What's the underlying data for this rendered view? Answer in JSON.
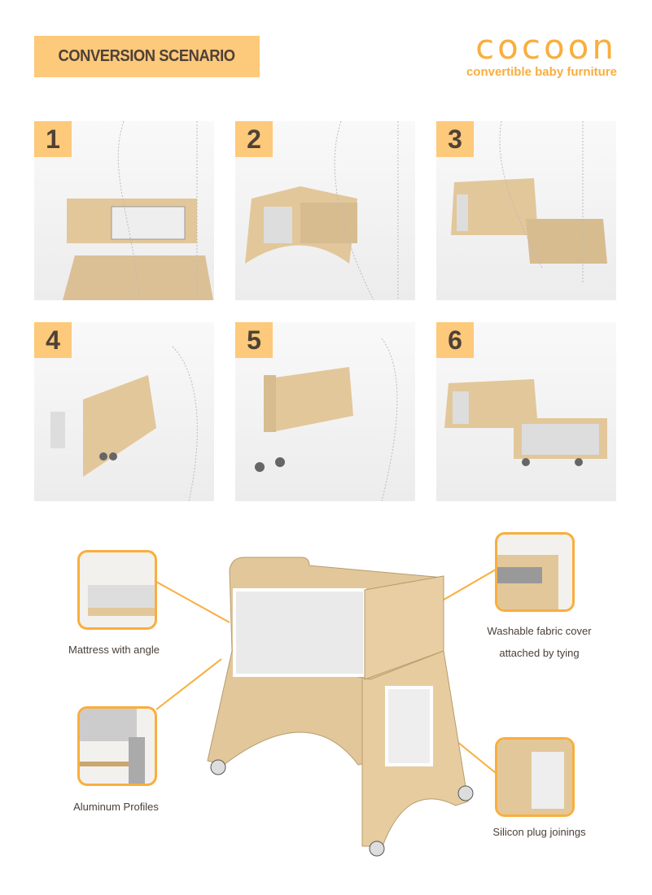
{
  "header": {
    "title": "CONVERSION SCENARIO"
  },
  "logo": {
    "word": "cocoon",
    "tagline": "convertible baby furniture"
  },
  "steps": [
    {
      "number": "1"
    },
    {
      "number": "2"
    },
    {
      "number": "3"
    },
    {
      "number": "4"
    },
    {
      "number": "5"
    },
    {
      "number": "6"
    }
  ],
  "features": [
    {
      "label": "Mattress with angle"
    },
    {
      "label": "Aluminum Profiles"
    },
    {
      "label_line1": "Washable fabric cover",
      "label_line2": "attached by tying"
    },
    {
      "label": "Silicon plug joinings"
    }
  ],
  "colors": {
    "accent": "#fdc97a",
    "brand": "#f9ae3d",
    "text": "#4a3f38",
    "wood": "#e2c79a"
  }
}
